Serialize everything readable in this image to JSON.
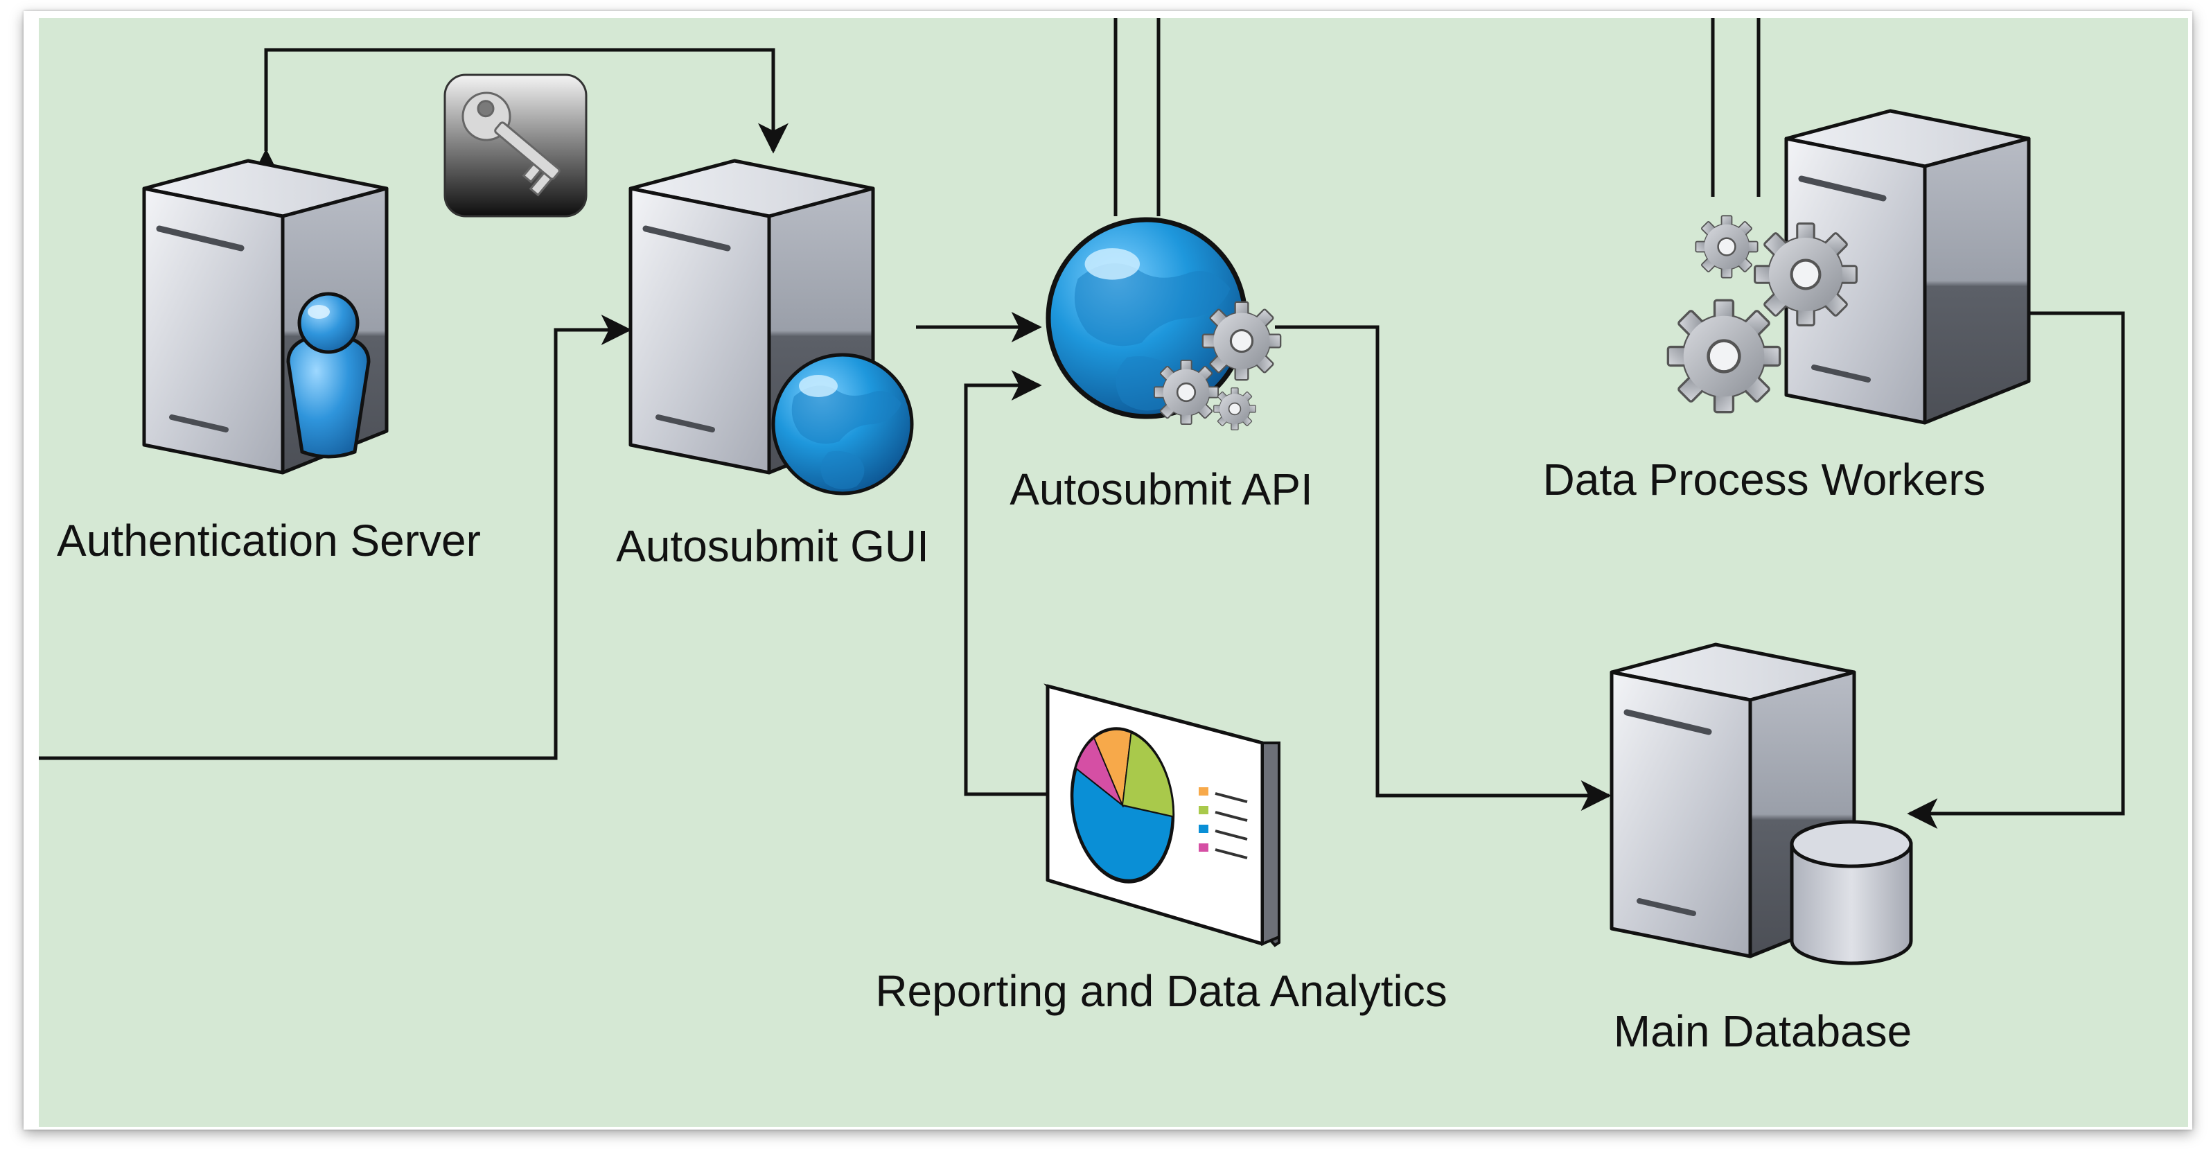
{
  "diagram": {
    "background": "#d5e8d4",
    "nodes": {
      "auth_server": {
        "label": "Authentication Server",
        "icon": "server-user-icon"
      },
      "key": {
        "label": "",
        "icon": "key-icon"
      },
      "gui": {
        "label": "Autosubmit GUI",
        "icon": "server-globe-icon"
      },
      "api": {
        "label": "Autosubmit API",
        "icon": "globe-gears-icon"
      },
      "workers": {
        "label": "Data Process Workers",
        "icon": "server-gears-icon"
      },
      "reporting": {
        "label": "Reporting and Data Analytics",
        "icon": "pie-chart-board-icon"
      },
      "database": {
        "label": "Main Database",
        "icon": "server-database-icon"
      }
    },
    "colors": {
      "server_light": "#e4e6ec",
      "server_mid": "#b3b8c3",
      "server_dark": "#6b6f77",
      "globe_blue": "#1b8fd6",
      "person_blue": "#2b8fd8",
      "pie": [
        "#0a8fd6",
        "#d54fa4",
        "#f7a94a",
        "#a9c94b"
      ]
    }
  }
}
